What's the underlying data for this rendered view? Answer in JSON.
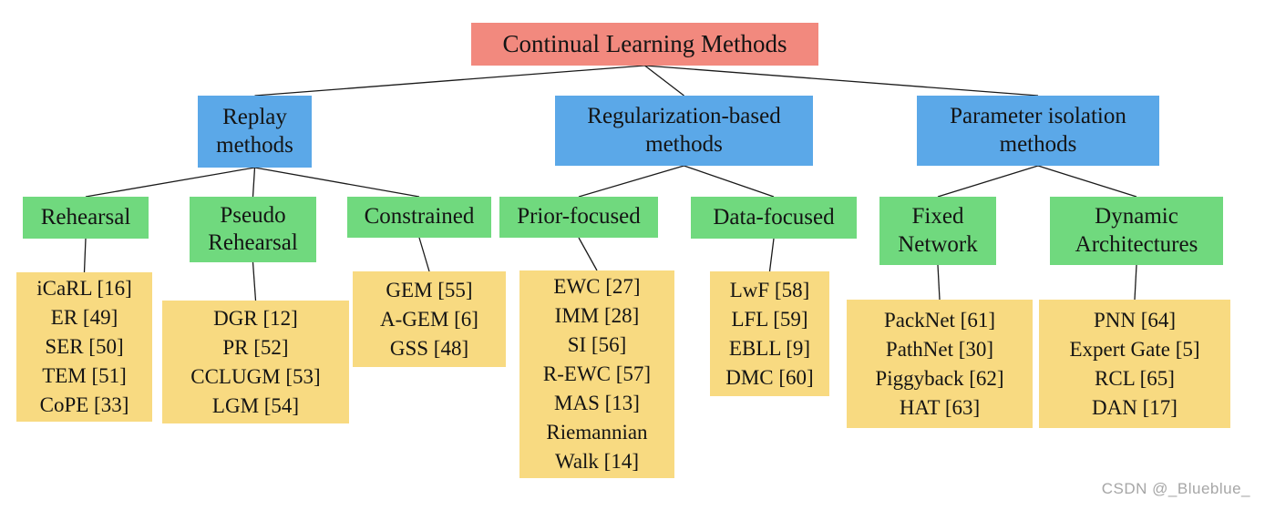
{
  "colors": {
    "background": "#ffffff",
    "root_box": "#f2897e",
    "category_box": "#5ba8e8",
    "subcategory_box": "#70d97e",
    "leaf_box": "#f8da81",
    "edge": "#1a1a1a",
    "text": "#141414",
    "watermark_text": "#a6a6a6"
  },
  "diagram": {
    "root": {
      "id": "root",
      "label": "Continual Learning Methods"
    },
    "level2": [
      {
        "id": "replay",
        "label": "Replay methods"
      },
      {
        "id": "regularization",
        "label": "Regularization-based methods"
      },
      {
        "id": "parameter-isolation",
        "label": "Parameter isolation methods"
      }
    ],
    "level3": [
      {
        "id": "rehearsal",
        "label": "Rehearsal"
      },
      {
        "id": "pseudo-rehearsal",
        "label": "Pseudo Rehearsal"
      },
      {
        "id": "constrained",
        "label": "Constrained"
      },
      {
        "id": "prior-focused",
        "label": "Prior-focused"
      },
      {
        "id": "data-focused",
        "label": "Data-focused"
      },
      {
        "id": "fixed-network",
        "label": "Fixed Network"
      },
      {
        "id": "dynamic-architectures",
        "label": "Dynamic Architectures"
      }
    ],
    "level4": [
      {
        "id": "rehearsal-methods",
        "items": [
          "iCaRL [16]",
          "ER [49]",
          "SER [50]",
          "TEM [51]",
          "CoPE [33]"
        ]
      },
      {
        "id": "pseudo-rehearsal-methods",
        "items": [
          "DGR [12]",
          "PR [52]",
          "CCLUGM [53]",
          "LGM [54]"
        ]
      },
      {
        "id": "constrained-methods",
        "items": [
          "GEM [55]",
          "A-GEM [6]",
          "GSS [48]"
        ]
      },
      {
        "id": "prior-focused-methods",
        "items": [
          "EWC [27]",
          "IMM [28]",
          "SI [56]",
          "R-EWC [57]",
          "MAS [13]",
          "Riemannian Walk [14]"
        ]
      },
      {
        "id": "data-focused-methods",
        "items": [
          "LwF [58]",
          "LFL [59]",
          "EBLL [9]",
          "DMC [60]"
        ]
      },
      {
        "id": "fixed-network-methods",
        "items": [
          "PackNet [61]",
          "PathNet [30]",
          "Piggyback [62]",
          "HAT [63]"
        ]
      },
      {
        "id": "dynamic-architectures-methods",
        "items": [
          "PNN [64]",
          "Expert Gate [5]",
          "RCL [65]",
          "DAN [17]"
        ]
      }
    ],
    "edges": [
      [
        "root",
        "replay"
      ],
      [
        "root",
        "regularization"
      ],
      [
        "root",
        "parameter-isolation"
      ],
      [
        "replay",
        "rehearsal"
      ],
      [
        "replay",
        "pseudo-rehearsal"
      ],
      [
        "replay",
        "constrained"
      ],
      [
        "regularization",
        "prior-focused"
      ],
      [
        "regularization",
        "data-focused"
      ],
      [
        "parameter-isolation",
        "fixed-network"
      ],
      [
        "parameter-isolation",
        "dynamic-architectures"
      ],
      [
        "rehearsal",
        "rehearsal-methods"
      ],
      [
        "pseudo-rehearsal",
        "pseudo-rehearsal-methods"
      ],
      [
        "constrained",
        "constrained-methods"
      ],
      [
        "prior-focused",
        "prior-focused-methods"
      ],
      [
        "data-focused",
        "data-focused-methods"
      ],
      [
        "fixed-network",
        "fixed-network-methods"
      ],
      [
        "dynamic-architectures",
        "dynamic-architectures-methods"
      ]
    ]
  },
  "watermark": {
    "text": "CSDN @_Blueblue_"
  }
}
